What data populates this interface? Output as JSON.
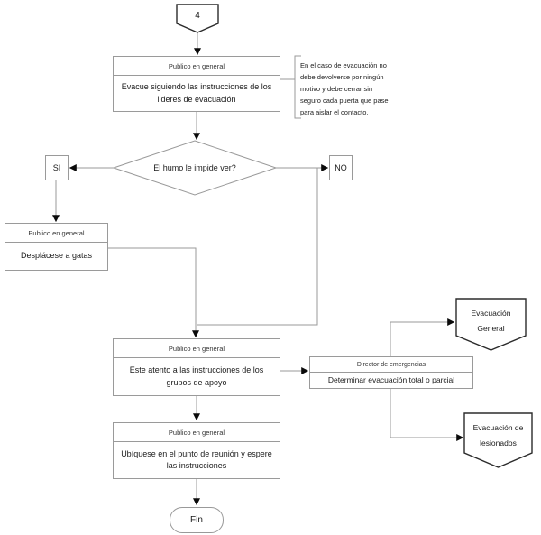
{
  "diagram": {
    "connector_4": {
      "label": "4"
    },
    "box_evacue": {
      "header": "Publico en general",
      "body": "Evacue siguiendo las instrucciones de los lideres de evacuación"
    },
    "note": {
      "text": "En el caso de evacuación no debe devolverse por ningún motivo y debe cerrar sin seguro cada puerta que pase para aislar el contacto."
    },
    "decision_humo": {
      "label": "El humo le impide ver?"
    },
    "branch_yes": {
      "label": "SI"
    },
    "branch_no": {
      "label": "NO"
    },
    "box_desplacese": {
      "header": "Publico en general",
      "body": "Desplácese a gatas"
    },
    "box_este_atento": {
      "header": "Publico en general",
      "body": "Este atento a las instrucciones de los grupos de apoyo"
    },
    "box_director": {
      "header": "Director de emergencias",
      "body": "Determinar evacuación total o parcial"
    },
    "offpage_evac_general": {
      "line1": "Evacuación",
      "line2": "General"
    },
    "offpage_evac_lesionados": {
      "line1": "Evacuación de",
      "line2": "lesionados"
    },
    "box_ubiquese": {
      "header": "Publico en general",
      "body": "Ubíquese en el punto de reunión y espere las instrucciones"
    },
    "terminator_fin": {
      "label": "Fin"
    }
  },
  "colors": {
    "background": "#ffffff",
    "flow_line": "#9a9a9a",
    "process_border": "#9a9a9a",
    "offpage_border": "#2b2b2b",
    "arrowhead": "#0a0a0a",
    "text": "#1a1a1a"
  }
}
